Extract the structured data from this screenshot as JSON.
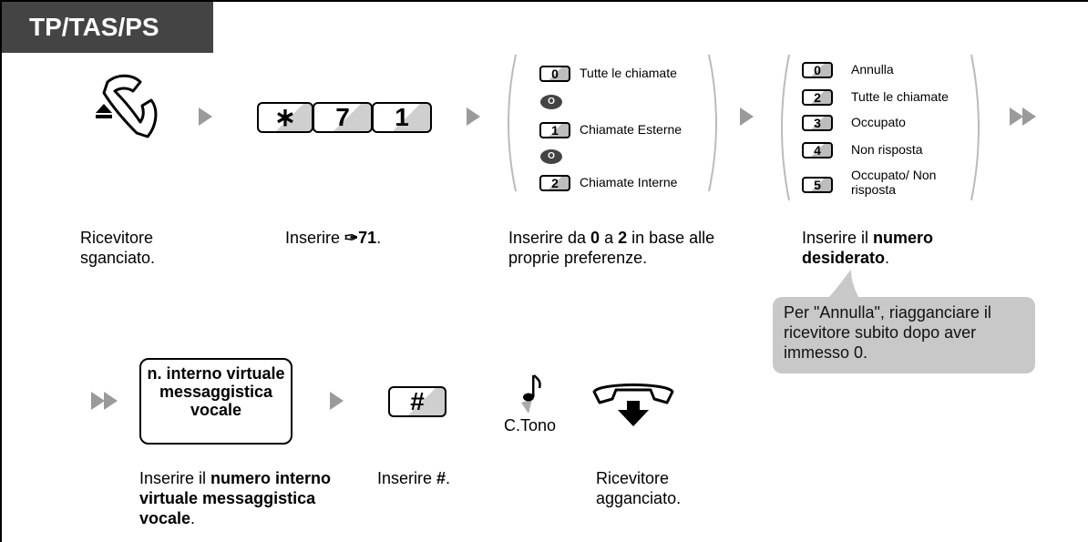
{
  "header": {
    "title": "TP/TAS/PS"
  },
  "steps": {
    "offhook": {
      "caption": "Ricevitore sganciato."
    },
    "dial": {
      "keys": [
        "∗",
        "7",
        "1"
      ],
      "caption_pre": "Inserire ",
      "caption_bold": "✑71",
      "caption_post": "."
    },
    "range": {
      "options": [
        {
          "key": "0",
          "label": "Tutte le chiamate"
        },
        {
          "key": "1",
          "label": "Chiamate Esterne"
        },
        {
          "key": "2",
          "label": "Chiamate Interne"
        }
      ],
      "or_label": "O",
      "caption_1": "Inserire da ",
      "caption_b1": "0",
      "caption_2": " a ",
      "caption_b2": "2",
      "caption_3": " in base alle proprie preferenze."
    },
    "number": {
      "options": [
        {
          "key": "0",
          "label": "Annulla"
        },
        {
          "key": "2",
          "label": "Tutte le chiamate"
        },
        {
          "key": "3",
          "label": "Occupato"
        },
        {
          "key": "4",
          "label": "Non risposta"
        },
        {
          "key": "5",
          "label": "Occupato/ Non risposta"
        }
      ],
      "caption_pre": "Inserire il ",
      "caption_bold": "numero desiderato",
      "caption_post": ".",
      "note": "Per \"Annulla\", riagganciare il ricevitore subito dopo aver immesso 0."
    },
    "voicemail": {
      "box_label": "n. interno virtuale messaggistica vocale",
      "caption_pre": "Inserire il ",
      "caption_bold": "numero interno virtuale messaggistica vocale",
      "caption_post": "."
    },
    "hash": {
      "key": "#",
      "caption_pre": "Inserire ",
      "caption_bold": "#",
      "caption_post": "."
    },
    "tone": {
      "label": "C.Tono"
    },
    "onhook": {
      "caption": "Ricevitore agganciato."
    }
  }
}
